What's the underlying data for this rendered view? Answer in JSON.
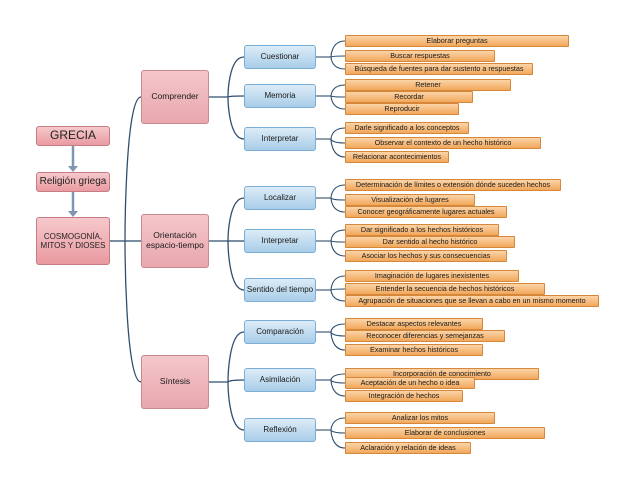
{
  "root": {
    "title": "GRECIA",
    "subtitle": "Religión griega",
    "topic": "COSMOGONÍA, MITOS Y DIOSES"
  },
  "branches": [
    {
      "label": "Comprender",
      "children": [
        {
          "label": "Cuestionar",
          "leaves": [
            "Elaborar preguntas",
            "Buscar respuestas",
            "Búsqueda de fuentes para dar sustento a respuestas"
          ]
        },
        {
          "label": "Memoria",
          "leaves": [
            "Retener",
            "Recordar",
            "Reproducir"
          ]
        },
        {
          "label": "Interpretar",
          "leaves": [
            "Darle significado a los conceptos",
            "Observar el contexto de un hecho histórico",
            "Relacionar acontecimientos"
          ]
        }
      ]
    },
    {
      "label": "Orientación espacio-tiempo",
      "children": [
        {
          "label": "Localizar",
          "leaves": [
            "Determinación de límites o extensión dónde suceden hechos",
            "Visualización de lugares",
            "Conocer geográficamente lugares actuales"
          ]
        },
        {
          "label": "Interpretar",
          "leaves": [
            "Dar significado a los hechos históricos",
            "Dar sentido al hecho histórico",
            "Asociar los hechos y sus consecuencias"
          ]
        },
        {
          "label": "Sentido del tiempo",
          "leaves": [
            "Imaginación de lugares inexistentes",
            "Entender la secuencia de hechos históricos",
            "Agrupación de situaciones que se llevan a cabo en un mismo momento"
          ]
        }
      ]
    },
    {
      "label": "Síntesis",
      "children": [
        {
          "label": "Comparación",
          "leaves": [
            "Destacar aspectos relevantes",
            "Reconocer diferencias y semejanzas",
            "Examinar hechos históricos"
          ]
        },
        {
          "label": "Asimilación",
          "leaves": [
            "Incorporación de conocimiento",
            "Aceptación de un hecho o idea",
            "Integración de hechos"
          ]
        },
        {
          "label": "Reflexión",
          "leaves": [
            "Analizar los mitos",
            "Elaborar de conclusiones",
            "Aclaración y relación de ideas"
          ]
        }
      ]
    }
  ],
  "colors": {
    "root_fill": "#f0b3b8",
    "level1_fill": "#efbcc1",
    "level2_fill": "#c4def1",
    "leaf_fill": "#f6bd7d",
    "connector": "#2f4f6f",
    "arrow": "#7f96b0"
  }
}
